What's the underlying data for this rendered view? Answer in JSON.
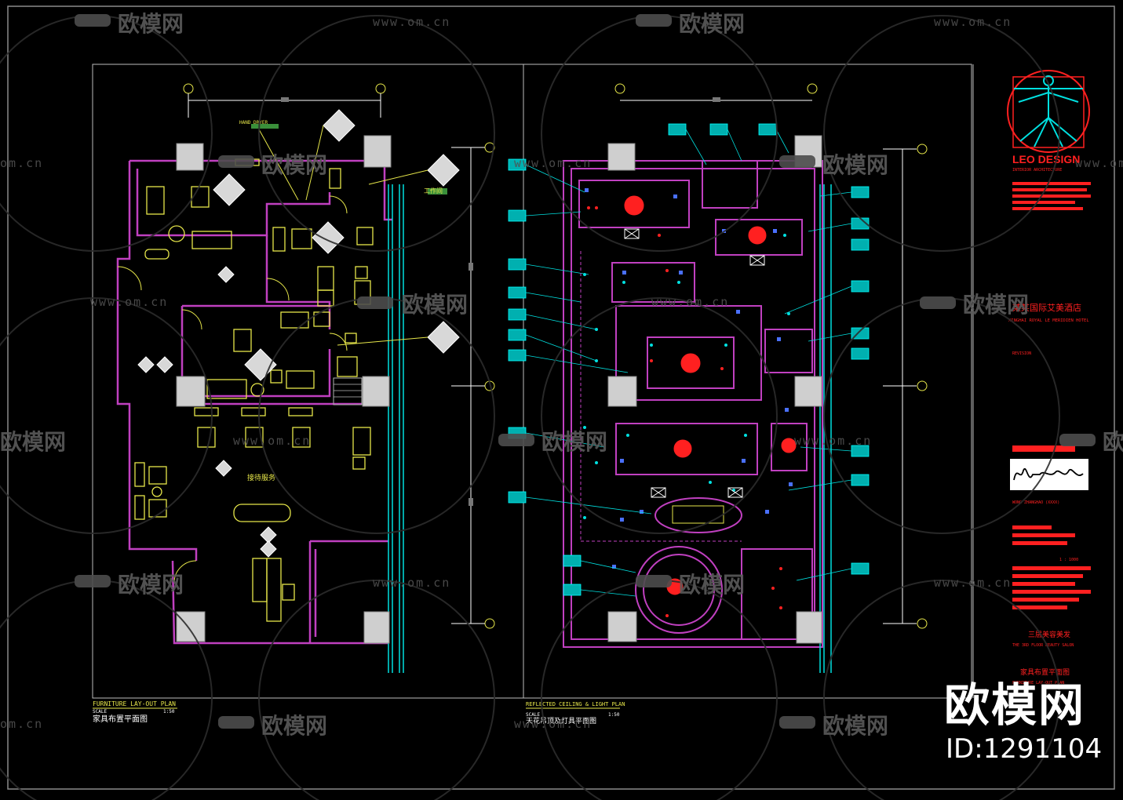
{
  "watermark": {
    "brand": "欧模网",
    "url": "www.om.cn",
    "url_short": "om.cn",
    "id_label": "ID:1291104"
  },
  "left_plan": {
    "title_en": "FURNITURE LAY-OUT PLAN",
    "scale_label": "SCALE",
    "scale_value": "1:50",
    "title_cn": "家具布置平面图",
    "tag_hand_dryer": "HAND DRYER",
    "tag_room": "工作间",
    "tag_center": "接待服务"
  },
  "right_plan": {
    "title_en": "REFLECTED CEILING & LIGHT PLAN",
    "scale_label": "SCALE",
    "scale_value": "1:50",
    "title_cn": "天花吊顶及灯具平面图"
  },
  "title_block": {
    "company": "LEO DESIGN",
    "company_sub": "INTERIOR ARCHITECTURE",
    "project_cn": "某某国际艾美酒店",
    "project_en": "XINGHAI ROYAL LE MERIDIEN HOTEL",
    "revision": "REVISION",
    "drawn_name": "WONG ZHANGHAO (XXXX)",
    "scale_ref": "1 : 1000",
    "drawing_cn_1": "三层美容美发",
    "drawing_en_1": "THE 3RD FLOOR BEAUTY SALON",
    "drawing_cn_2": "家具布置平面图",
    "drawing_en_2": "FURNITURE LAY-OUT PLAN"
  },
  "colors": {
    "background": "#000000",
    "wall": "#c040c0",
    "furniture": "#e6e64a",
    "dimension": "#ffffff",
    "glass": "#00e0e0",
    "light": "#ff2020",
    "title_red": "#ff2020",
    "watermark": "#555555"
  }
}
